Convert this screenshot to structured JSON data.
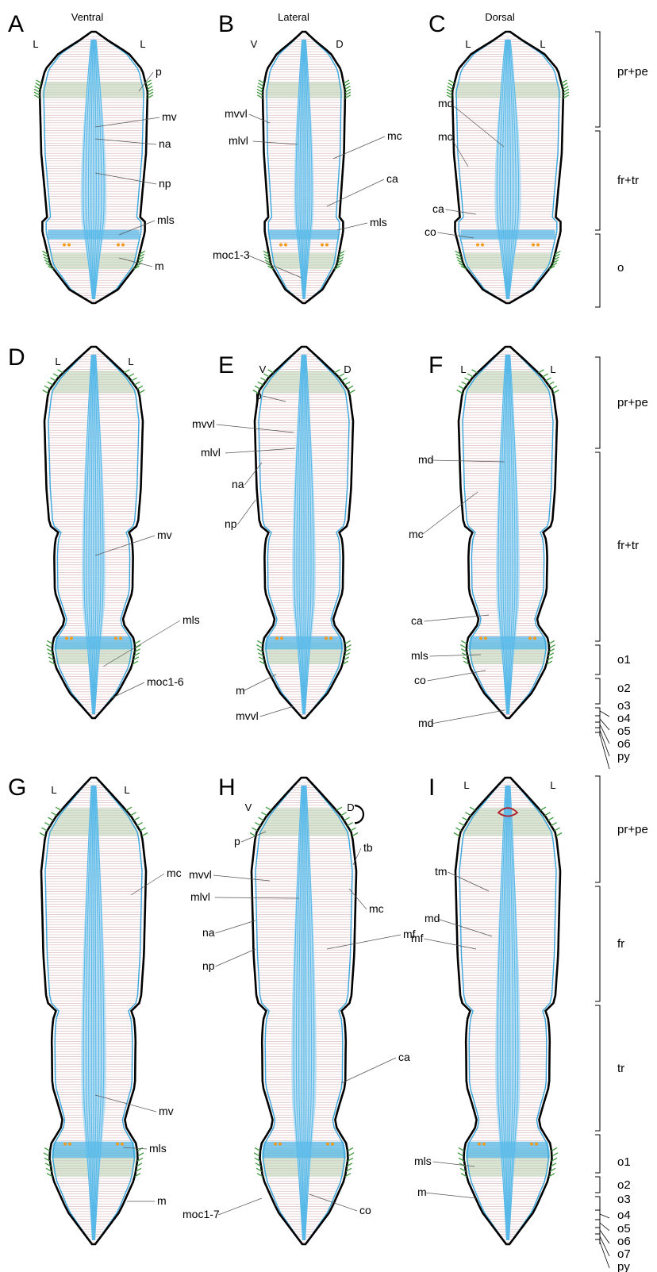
{
  "colors": {
    "outline": "#000000",
    "epidermis": "#3aa8de",
    "muscle_fill": "#58b9e8",
    "muscle_band": "#a6d8f2",
    "circular": "#d9b0b5",
    "cilia": "#3f9a3f",
    "ciliary_band": "#b9d2b2",
    "gland": "#f39a1d",
    "tm": "#b0202a",
    "leader": "#555555"
  },
  "icons": {
    "cilia": "cilia-tufts",
    "gland": "orange-dots"
  },
  "panels": [
    {
      "id": "A",
      "letter": "A",
      "view": "Ventral",
      "left_mark": "L",
      "right_mark": "L",
      "labels": [
        "p",
        "mv",
        "na",
        "np",
        "mls",
        "m"
      ]
    },
    {
      "id": "B",
      "letter": "B",
      "view": "Lateral",
      "left_mark": "V",
      "right_mark": "D",
      "labels": [
        "mvvl",
        "mlvl",
        "mc",
        "ca",
        "mls",
        "moc1-3"
      ]
    },
    {
      "id": "C",
      "letter": "C",
      "view": "Dorsal",
      "left_mark": "L",
      "right_mark": "L",
      "labels": [
        "md",
        "mc",
        "ca",
        "co"
      ]
    },
    {
      "id": "D",
      "letter": "D",
      "view": "",
      "left_mark": "L",
      "right_mark": "L",
      "labels": [
        "mv",
        "mls",
        "moc1-6"
      ]
    },
    {
      "id": "E",
      "letter": "E",
      "view": "",
      "left_mark": "V",
      "right_mark": "D",
      "labels": [
        "p",
        "mvvl",
        "mlvl",
        "na",
        "np",
        "m",
        "mvvl"
      ]
    },
    {
      "id": "F",
      "letter": "F",
      "view": "",
      "left_mark": "L",
      "right_mark": "L",
      "labels": [
        "md",
        "mc",
        "ca",
        "mls",
        "co",
        "md"
      ]
    },
    {
      "id": "G",
      "letter": "G",
      "view": "",
      "left_mark": "L",
      "right_mark": "L",
      "labels": [
        "mc",
        "mv",
        "mls",
        "m"
      ]
    },
    {
      "id": "H",
      "letter": "H",
      "view": "",
      "left_mark": "V",
      "right_mark": "D",
      "labels": [
        "p",
        "mvvl",
        "mlvl",
        "na",
        "np",
        "tb",
        "mc",
        "mf",
        "ca",
        "co",
        "moc1-7"
      ]
    },
    {
      "id": "I",
      "letter": "I",
      "view": "",
      "left_mark": "L",
      "right_mark": "L",
      "labels": [
        "tm",
        "md",
        "mf",
        "mls",
        "m"
      ]
    }
  ],
  "regions": {
    "row1": [
      "pr+pe",
      "fr+tr",
      "o"
    ],
    "row2": [
      "pr+pe",
      "fr+tr",
      "o1",
      "o2",
      "o3",
      "o4",
      "o5",
      "o6",
      "py"
    ],
    "row3": [
      "pr+pe",
      "fr",
      "tr",
      "o1",
      "o2",
      "o3",
      "o4",
      "o5",
      "o6",
      "o7",
      "py"
    ]
  }
}
